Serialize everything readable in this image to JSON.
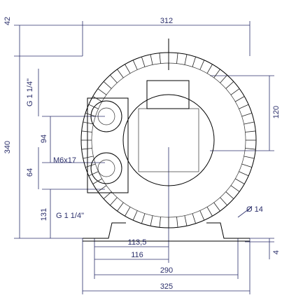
{
  "dimensions": {
    "top_width": "312",
    "top_offset": "42",
    "overall_height": "340",
    "inlet_thread": "G 1 1/4\"",
    "outlet_thread": "G 1 1/4\"",
    "spacing_94": "94",
    "bolt_spec": "M6x17",
    "spacing_64": "64",
    "bottom_131": "131",
    "right_120": "120",
    "hole_diameter": "Ø 14",
    "foot_thickness": "4",
    "center_113": "113,5",
    "center_116": "116",
    "foot_290": "290",
    "foot_325": "325"
  }
}
